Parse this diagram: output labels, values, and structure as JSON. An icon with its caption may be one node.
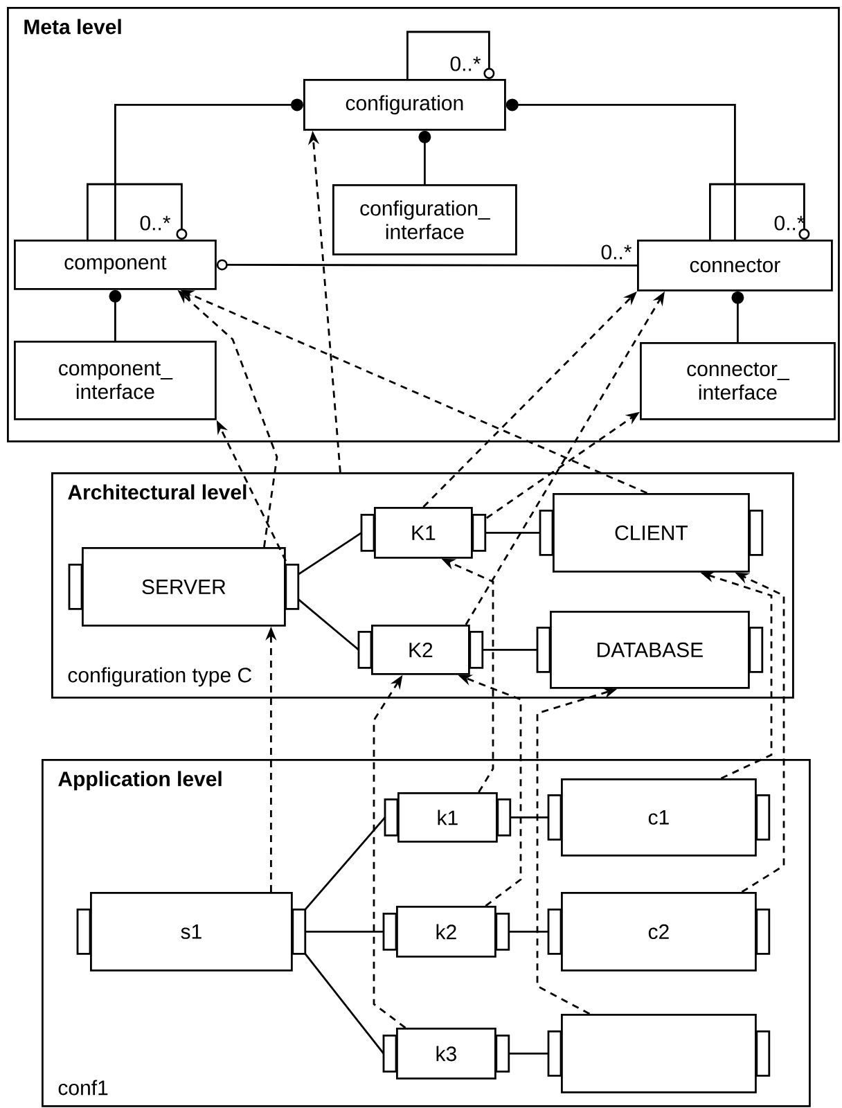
{
  "diagram": {
    "nodes": [
      {
        "text": [
          "Meta level"
        ]
      },
      {
        "text": [
          "configuration"
        ],
        "in": 0
      },
      {
        "text": [
          "configuration_ interface"
        ],
        "in": 0
      },
      {
        "text": [
          "component"
        ],
        "in": 0
      },
      {
        "text": [
          "connector"
        ],
        "in": 0
      },
      {
        "text": [
          "component_ interface"
        ],
        "in": 0
      },
      {
        "text": [
          "connector_ interface"
        ],
        "in": 0
      },
      {
        "text": [
          "Architectural level",
          "configuration type C"
        ]
      },
      {
        "text": [
          "SERVER"
        ],
        "in": 7
      },
      {
        "text": [
          "K1"
        ],
        "in": 7
      },
      {
        "text": [
          "CLIENT"
        ],
        "in": 7
      },
      {
        "text": [
          "K2"
        ],
        "in": 7
      },
      {
        "text": [
          "DATABASE"
        ],
        "in": 7
      },
      {
        "text": [
          "Application level",
          "conf1"
        ]
      },
      {
        "text": [
          "s1"
        ],
        "in": 13
      },
      {
        "text": [
          "k1"
        ],
        "in": 13
      },
      {
        "text": [
          "c1"
        ],
        "in": 13
      },
      {
        "text": [
          "k2"
        ],
        "in": 13
      },
      {
        "text": [
          "c2"
        ],
        "in": 13
      },
      {
        "text": [
          "k3"
        ],
        "in": 13
      },
      {
        "text": [],
        "shape": "box",
        "in": 13
      }
    ],
    "edges": [
      {
        "from": 1,
        "to": 1,
        "arrow": "other",
        "label": "0..*"
      },
      {
        "from": 3,
        "to": 1,
        "arrow": "other"
      },
      {
        "from": 4,
        "to": 1,
        "arrow": "other"
      },
      {
        "from": 2,
        "to": 1,
        "arrow": "other"
      },
      {
        "from": 3,
        "to": 3,
        "arrow": "other",
        "label": "0..*"
      },
      {
        "from": 4,
        "to": 4,
        "arrow": "other",
        "label": "0..*"
      },
      {
        "from": 4,
        "to": 3,
        "arrow": "other",
        "label": "0..*"
      },
      {
        "from": 5,
        "to": 3,
        "arrow": "other"
      },
      {
        "from": 6,
        "to": 4,
        "arrow": "other"
      },
      {
        "from": 7,
        "to": 1,
        "arrow": "to",
        "style": "dashed"
      },
      {
        "from": 8,
        "to": 3,
        "arrow": "to",
        "style": "dashed"
      },
      {
        "from": 8,
        "to": 5,
        "arrow": "to",
        "style": "dashed"
      },
      {
        "from": 10,
        "to": 3,
        "arrow": "to",
        "style": "dashed"
      },
      {
        "from": 9,
        "to": 4,
        "arrow": "to",
        "style": "dashed"
      },
      {
        "from": 11,
        "to": 4,
        "arrow": "to",
        "style": "dashed"
      },
      {
        "from": 9,
        "to": 6,
        "arrow": "to",
        "style": "dashed"
      },
      {
        "from": 8,
        "to": 9,
        "arrow": "none"
      },
      {
        "from": 8,
        "to": 11,
        "arrow": "none"
      },
      {
        "from": 9,
        "to": 10,
        "arrow": "none"
      },
      {
        "from": 11,
        "to": 12,
        "arrow": "none"
      },
      {
        "from": 14,
        "to": 8,
        "arrow": "to",
        "style": "dashed"
      },
      {
        "from": 15,
        "to": 9,
        "arrow": "to",
        "style": "dashed"
      },
      {
        "from": 19,
        "to": 11,
        "arrow": "to",
        "style": "dashed"
      },
      {
        "from": 17,
        "to": 11,
        "arrow": "to",
        "style": "dashed"
      },
      {
        "from": 16,
        "to": 10,
        "arrow": "to",
        "style": "dashed"
      },
      {
        "from": 18,
        "to": 10,
        "arrow": "to",
        "style": "dashed"
      },
      {
        "from": 20,
        "to": 12,
        "arrow": "to",
        "style": "dashed"
      },
      {
        "from": 14,
        "to": 15,
        "arrow": "none"
      },
      {
        "from": 14,
        "to": 17,
        "arrow": "none"
      },
      {
        "from": 14,
        "to": 19,
        "arrow": "none"
      },
      {
        "from": 15,
        "to": 16,
        "arrow": "none"
      },
      {
        "from": 17,
        "to": 18,
        "arrow": "none"
      },
      {
        "from": 19,
        "to": 20,
        "arrow": "none"
      }
    ]
  }
}
